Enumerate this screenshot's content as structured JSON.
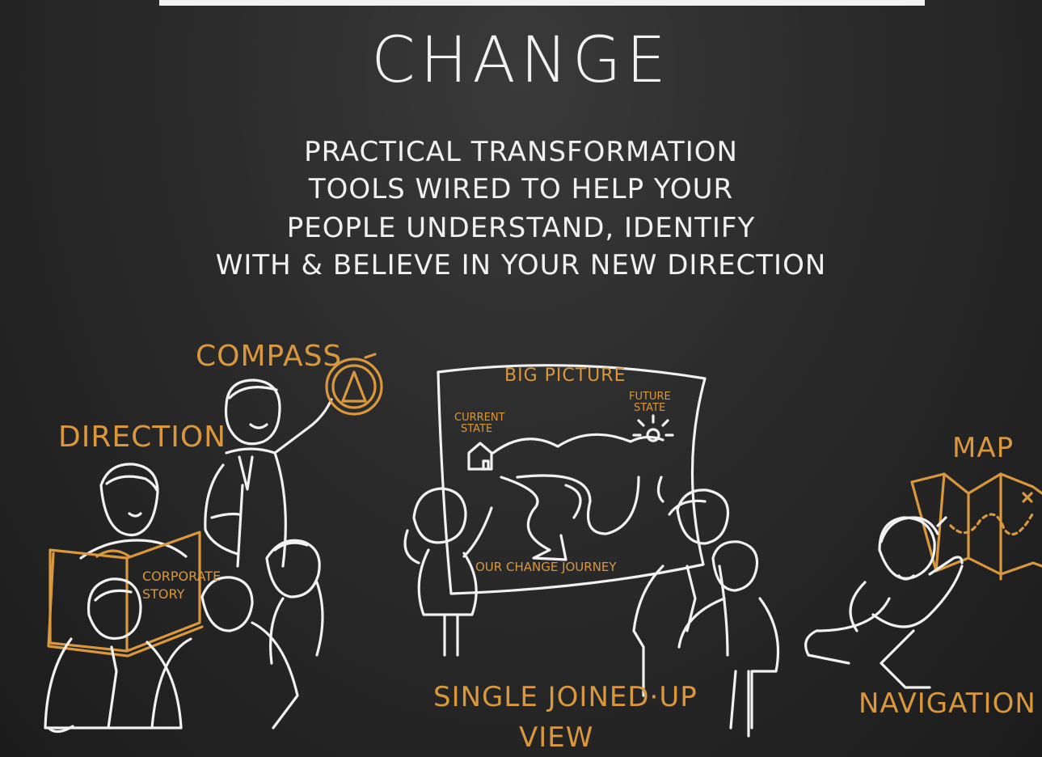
{
  "colors": {
    "chalk": "#f1f1f1",
    "orange": "#d9973e",
    "board": "#262626",
    "bar": "#f2f2f2"
  },
  "title": "CHANGE",
  "subtitle_lines": [
    "PRACTICAL TRANSFORMATION",
    "TOOLS WIRED TO HELP YOUR",
    "PEOPLE UNDERSTAND, IDENTIFY",
    "WITH & BELIEVE IN YOUR NEW DIRECTION"
  ],
  "labels": {
    "direction": "DIRECTION",
    "compass": "COMPASS",
    "big_picture": "BIG PICTURE",
    "map": "MAP",
    "single_view_line1": "SINGLE JOINED·UP",
    "single_view_line2": "VIEW",
    "navigation": "NAVIGATION"
  },
  "book_text": {
    "line1": "CORPORATE",
    "line2": "STORY"
  },
  "big_picture": {
    "current_state_line1": "CURRENT",
    "current_state_line2": "STATE",
    "future_state_line1": "FUTURE",
    "future_state_line2": "STATE",
    "journey": "OUR CHANGE JOURNEY"
  }
}
